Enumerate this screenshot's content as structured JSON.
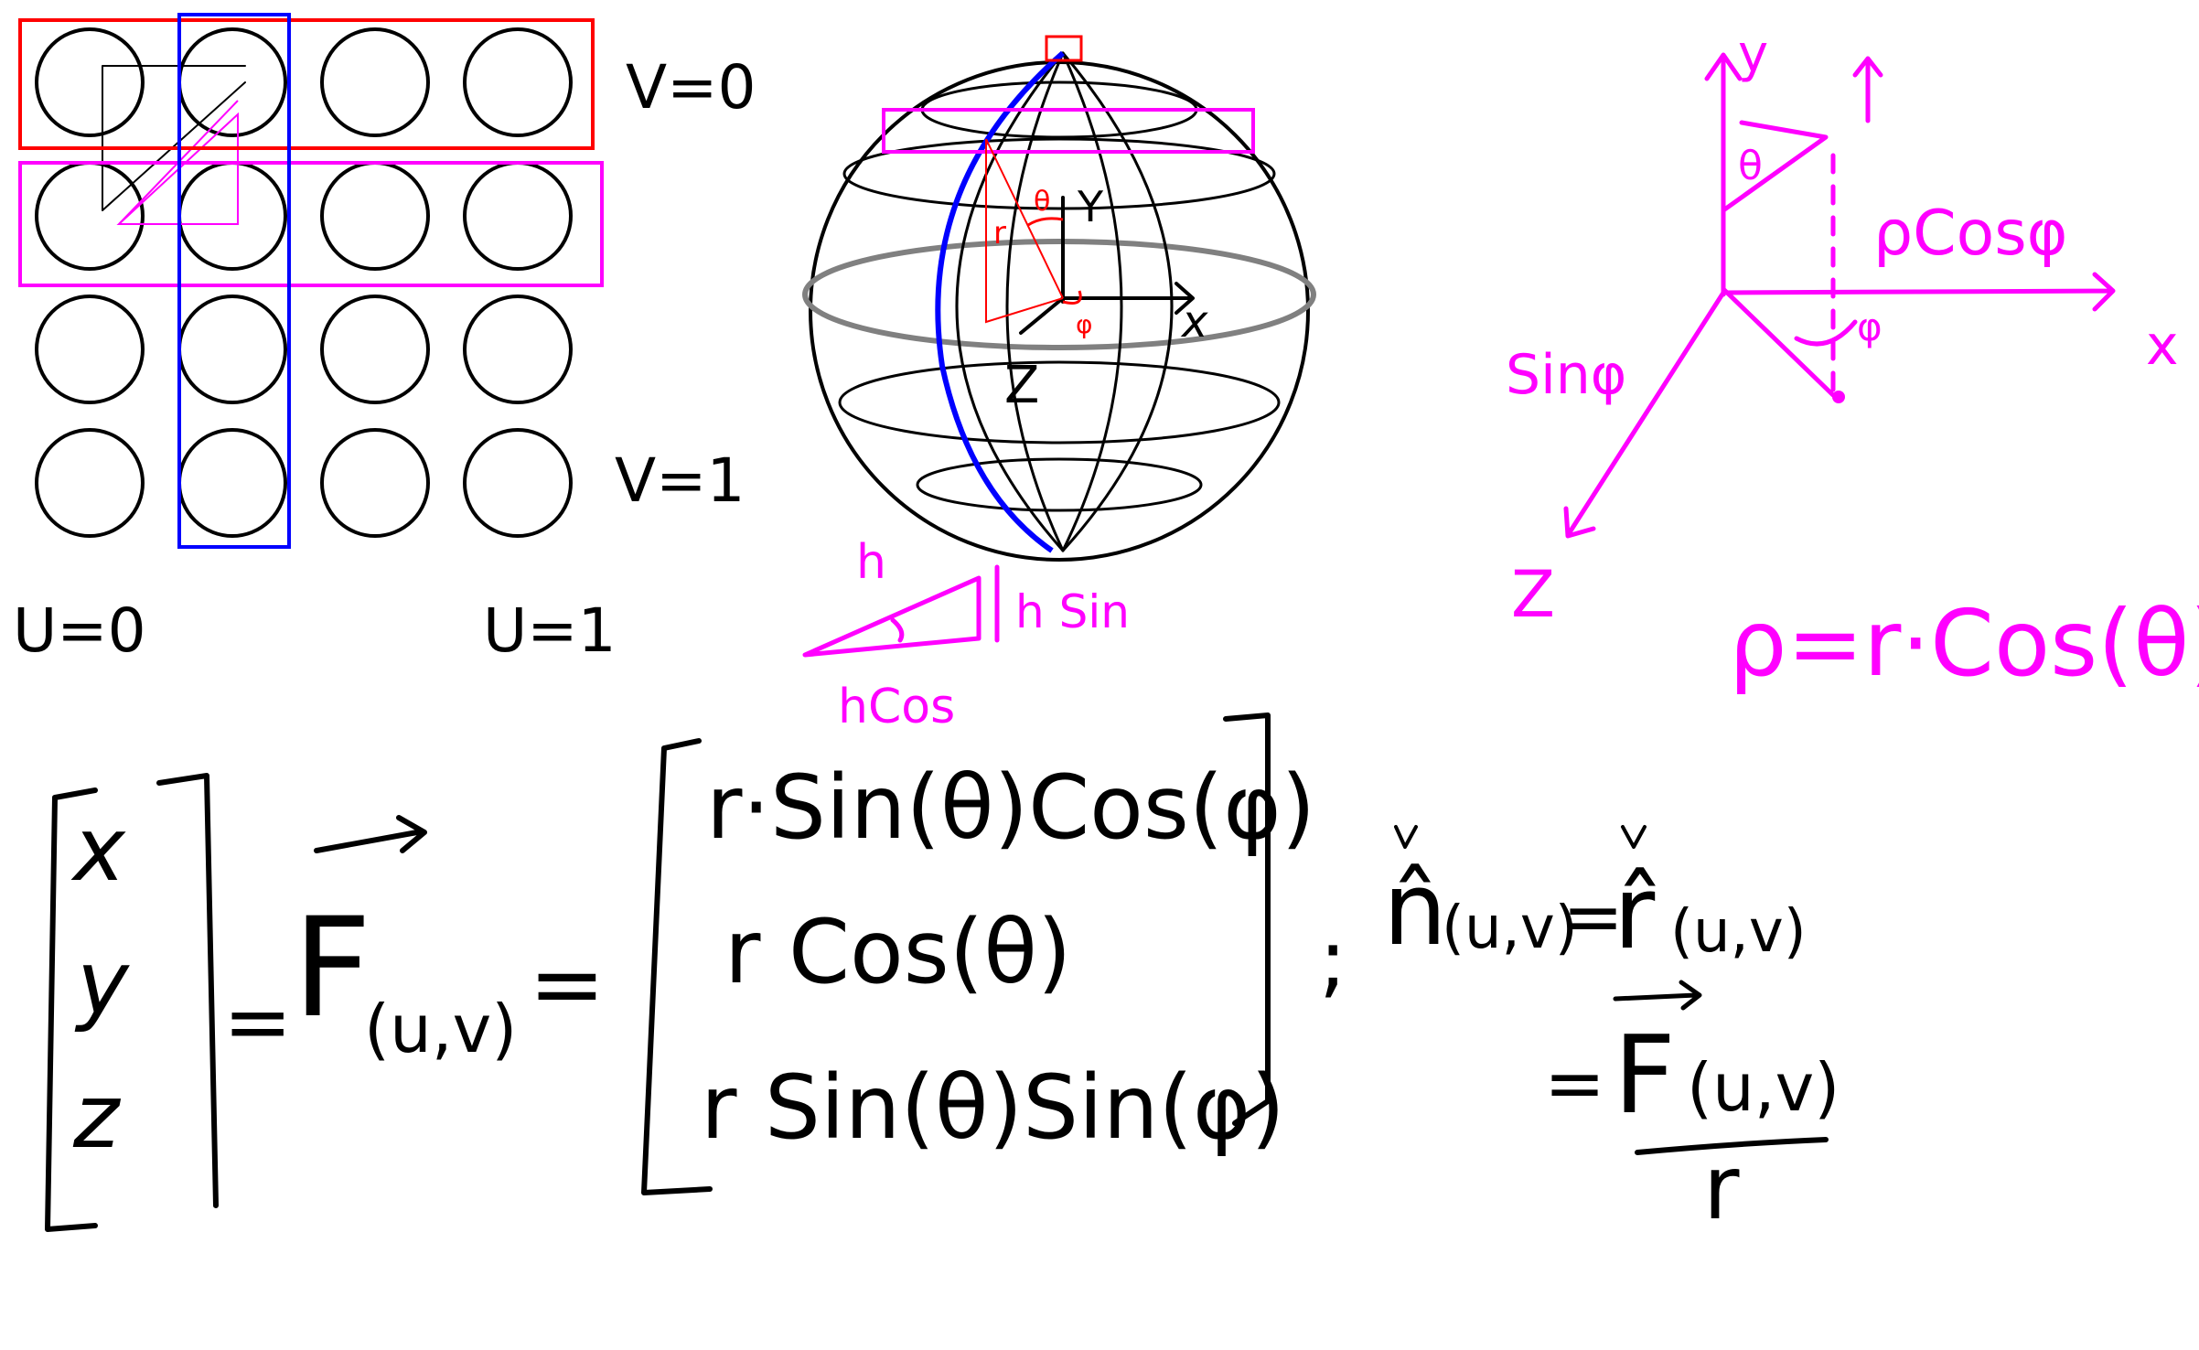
{
  "colors": {
    "ink": "#000000",
    "magenta": "#ff00ff",
    "red": "#ff0000",
    "blue": "#0000ff",
    "gray": "#808080",
    "background": "#ffffff"
  },
  "grid": {
    "rows": 4,
    "cols": 4,
    "labels": {
      "v_top": "V=0",
      "v_bottom": "V=1",
      "u_left": "U=0",
      "u_right": "U=1"
    }
  },
  "sphere": {
    "axis_y": "Y",
    "axis_x": "x",
    "axis_z": "Z",
    "theta": "θ",
    "phi": "φ",
    "r": "r"
  },
  "triangle": {
    "hyp": "h",
    "opp": "h Sin",
    "adj": "hCos"
  },
  "axes3d": {
    "y": "y",
    "x": "x",
    "z": "Z",
    "theta": "θ",
    "phi": "φ",
    "rho_cos": "ρCosφ",
    "sin": "Sinφ",
    "rho_eq": "ρ=r·Cos(θ)"
  },
  "equation": {
    "lhs_vec": [
      "x",
      "y",
      "z"
    ],
    "equals1": "=",
    "F": "F",
    "F_sub": "(u,v)",
    "equals2": "=",
    "rhs_rows": [
      "r·Sin(θ)Cos(φ)",
      "r Cos(θ)",
      "r Sin(θ)Sin(φ)"
    ],
    "separator": ";",
    "normal_lhs": "n̂",
    "normal_sub": "(u,v)",
    "equals3": "=",
    "r_hat": "r̂",
    "r_sub": "(u,v)",
    "equals4": "=",
    "F_frac": "F",
    "F_frac_sub": "(u,v)",
    "denominator": "r"
  }
}
